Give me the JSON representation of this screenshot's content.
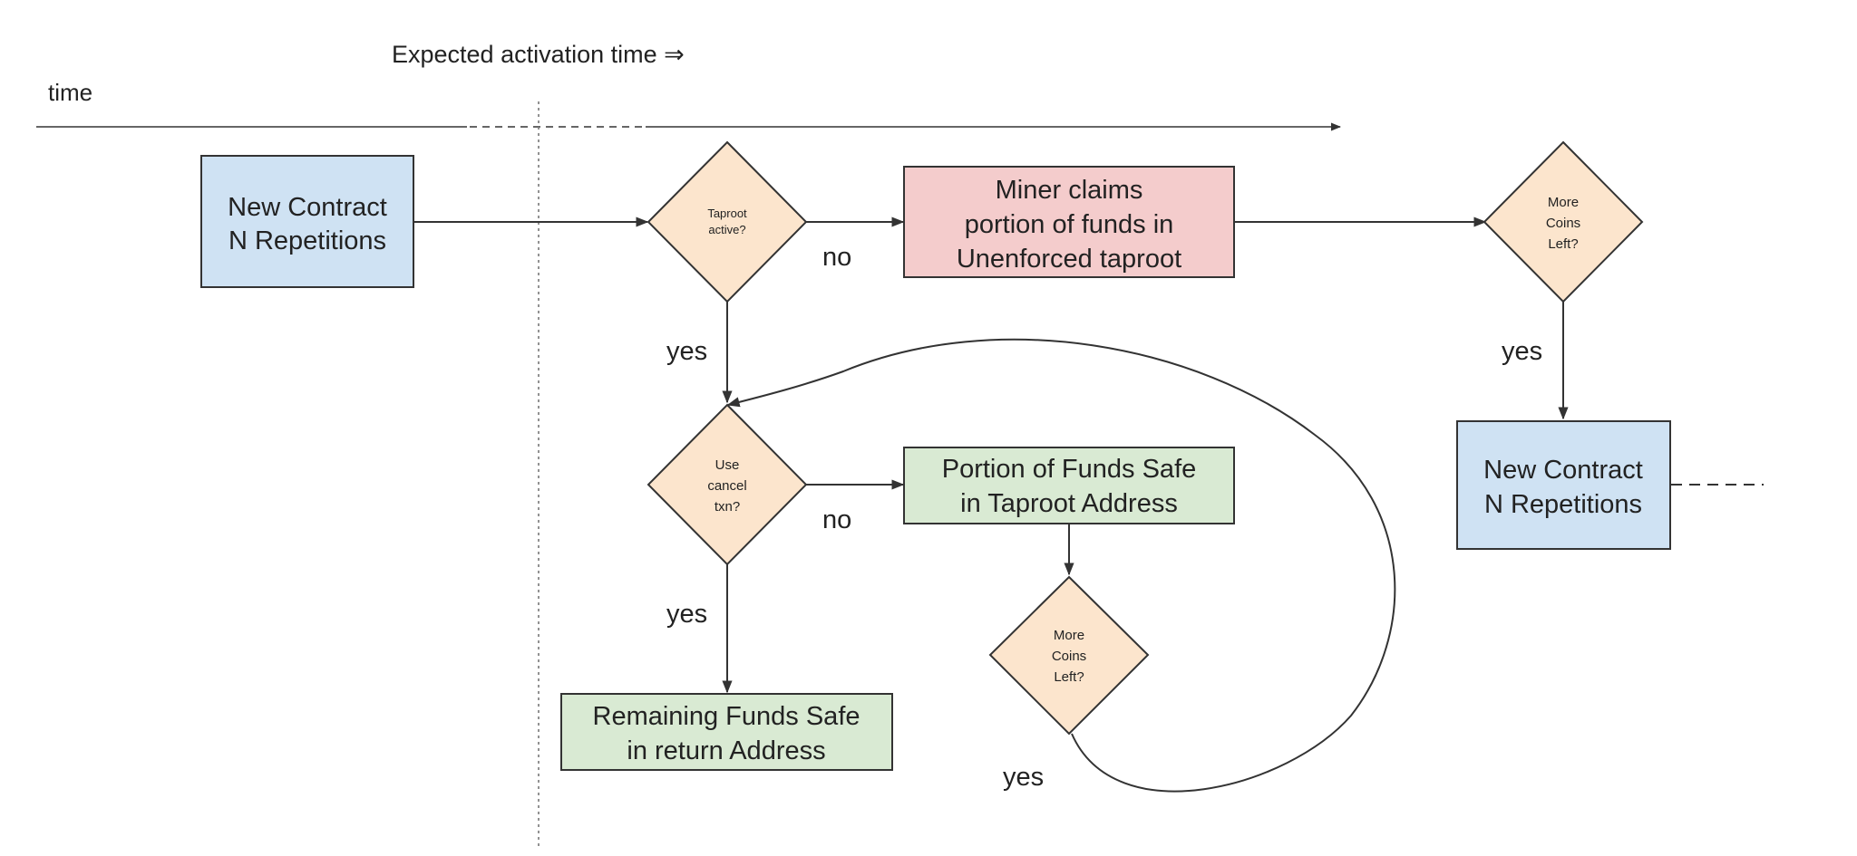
{
  "header": {
    "activation_label": "Expected activation time ⇒",
    "time_label": "time"
  },
  "nodes": {
    "contract_start": [
      "New Contract",
      "N Repetitions"
    ],
    "taproot_active": [
      "Taproot",
      "active?"
    ],
    "miner_claims": [
      "Miner claims",
      "portion of funds in",
      "Unenforced taproot"
    ],
    "more_coins_top": [
      "More",
      "Coins",
      "Left?"
    ],
    "use_cancel": [
      "Use",
      "cancel",
      "txn?"
    ],
    "portion_safe": [
      "Portion of Funds Safe",
      "in Taproot Address"
    ],
    "more_coins_mid": [
      "More",
      "Coins",
      "Left?"
    ],
    "remaining_safe": [
      "Remaining Funds Safe",
      "in return Address"
    ],
    "contract_next": [
      "New Contract",
      "N Repetitions"
    ]
  },
  "edge_labels": {
    "taproot_no": "no",
    "taproot_yes": "yes",
    "more_coins_top_yes": "yes",
    "cancel_no": "no",
    "cancel_yes": "yes",
    "more_coins_mid_yes": "yes"
  },
  "colors": {
    "blue_fill": "#cfe2f3",
    "pink_fill": "#f4cccc",
    "orange_fill": "#fce5cd",
    "green_fill": "#d9ead3",
    "stroke": "#333333"
  }
}
